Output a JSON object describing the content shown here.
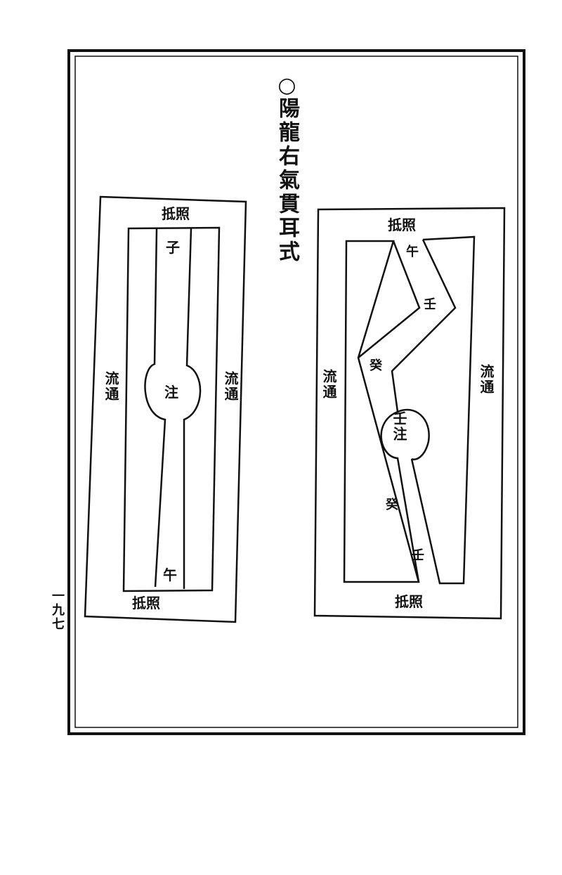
{
  "title": {
    "marker": "○",
    "text": "陽龍右氣貫耳式"
  },
  "page_number": "一九七",
  "left_diagram": {
    "top_label": "抵照",
    "bottom_label": "抵照",
    "left_side_label": "流通",
    "right_side_label": "流通",
    "channel_top": "子",
    "channel_bottom": "午",
    "pool": "注"
  },
  "right_diagram": {
    "top_label": "抵照",
    "bottom_label": "抵照",
    "left_side_label": "流通",
    "right_side_label": "流通",
    "ch_1": "午",
    "ch_2": "壬",
    "ch_3": "癸",
    "ch_4": "壬注",
    "ch_5": "癸",
    "ch_6": "壬"
  }
}
